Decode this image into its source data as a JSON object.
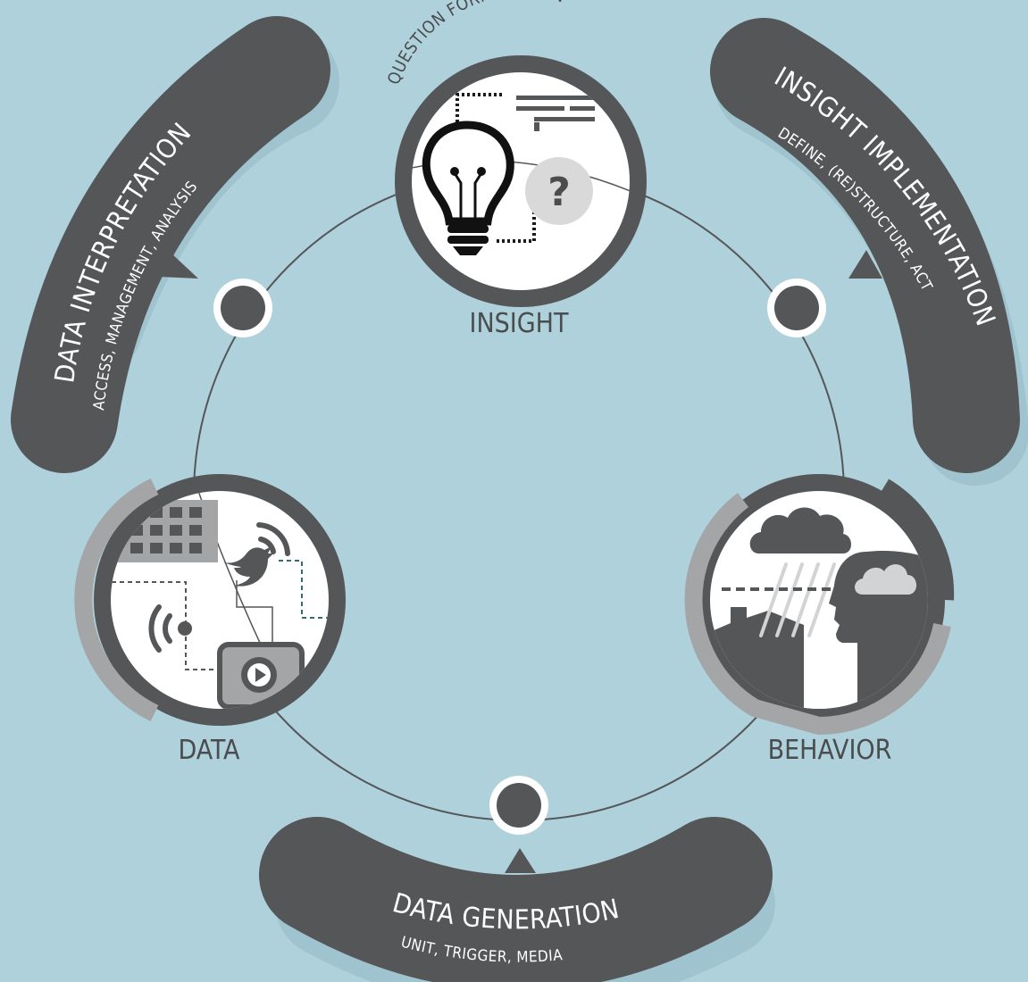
{
  "nodes": {
    "insight": {
      "label": "INSIGHT",
      "caption": "QUESTION FORMULATION"
    },
    "behavior": {
      "label": "BEHAVIOR"
    },
    "data": {
      "label": "DATA"
    }
  },
  "bands": {
    "interpretation": {
      "title": "DATA INTERPRETATION",
      "subtitle": "ACCESS, MANAGEMENT, ANALYSIS"
    },
    "implementation": {
      "title": "INSIGHT IMPLEMENTATION",
      "subtitle": "DEFINE, (RE)STRUCTURE, ACT"
    },
    "generation": {
      "title": "DATA GENERATION",
      "subtitle": "UNIT, TRIGGER, MEDIA"
    }
  },
  "icons": {
    "insight": [
      "lightbulb-icon",
      "question-mark-icon",
      "text-lines-icon"
    ],
    "data": [
      "grid-icon",
      "twitter-bird-icon",
      "wifi-signal-icon",
      "broadcast-icon",
      "video-play-icon"
    ],
    "behavior": [
      "rain-cloud-icon",
      "thought-cloud-icon",
      "head-profile-icon",
      "house-icon"
    ]
  },
  "colors": {
    "background": "#afd1dc",
    "dark": "#555658",
    "mid_gray": "#a3a5a7",
    "white": "#ffffff"
  }
}
